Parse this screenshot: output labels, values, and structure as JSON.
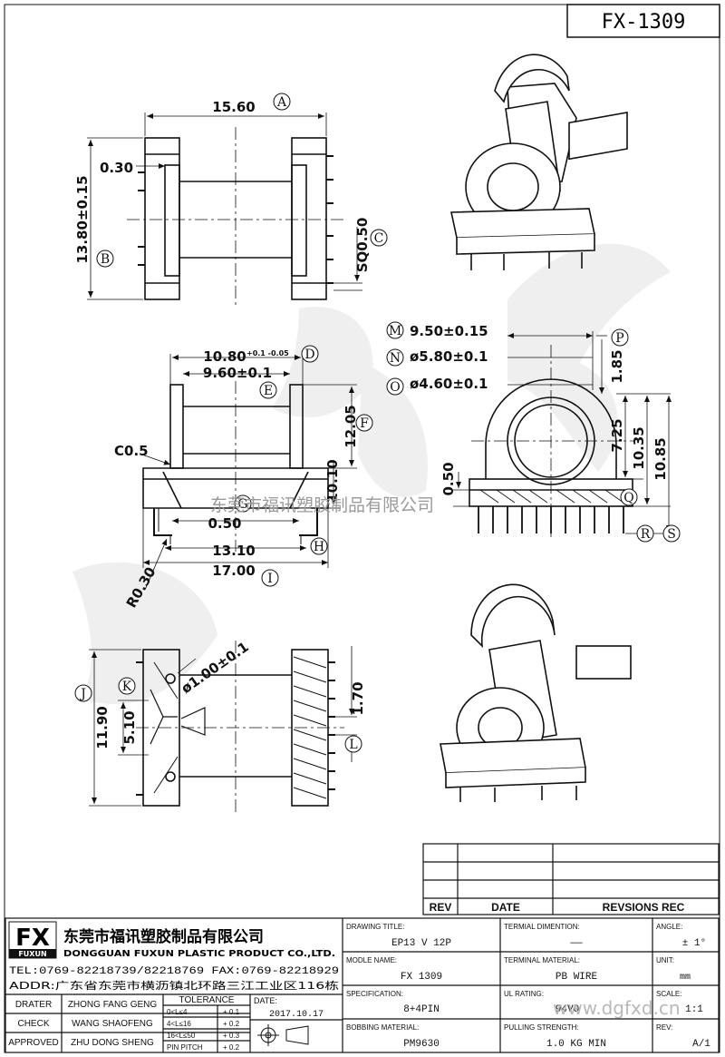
{
  "part_number": "FX-1309",
  "dimensions": {
    "a": "15.60",
    "b": "13.80±0.15",
    "c": "0.30",
    "d": "SQ0.50",
    "e": "10.80",
    "e_tol": "+0.1 -0.05",
    "f": "9.60±0.1",
    "g": "12.05",
    "h": "10.10",
    "i": "C0.5",
    "j": "0.50",
    "k": "13.10",
    "l": "17.00",
    "m": "R0.30",
    "n": "9.50±0.15",
    "o": "ø5.80±0.1",
    "p": "ø4.60±0.1",
    "q": "1.85",
    "r": "7.25",
    "s": "10.35",
    "t": "10.85",
    "u": "0.50",
    "v": "ø1.00±0.1",
    "w": "11.90",
    "x": "5.10",
    "y": "1.70"
  },
  "callouts": [
    "A",
    "B",
    "C",
    "D",
    "E",
    "F",
    "G",
    "H",
    "I",
    "J",
    "K",
    "L",
    "M",
    "N",
    "O",
    "P",
    "Q",
    "R",
    "S"
  ],
  "watermark": "东莞市福讯塑胶制品有限公司",
  "website": "www.dgfxd.cn",
  "revision_table": {
    "headers": [
      "REV",
      "DATE",
      "REVSIONS REC"
    ]
  },
  "company": {
    "logo": "FX",
    "logo_sub": "FUXUN",
    "name_cn": "东莞市福讯塑胶制品有限公司",
    "name_en": "DONGGUAN FUXUN PLASTIC PRODUCT CO.,LTD.",
    "tel": "TEL:0769-82218739/82218769 FAX:0769-82218929",
    "addr": "ADDR:广东省东莞市横沥镇北环路三江工业区116栋"
  },
  "people": [
    {
      "role": "DRATER",
      "name": "ZHONG FANG GENG"
    },
    {
      "role": "CHECK",
      "name": "WANG SHAOFENG"
    },
    {
      "role": "APPROVED",
      "name": "ZHU DONG SHENG"
    }
  ],
  "tolerance": {
    "title": "TOLERANCE",
    "rows": [
      {
        "range": "0<L≤4",
        "tol": "+ 0.1"
      },
      {
        "range": "4<L≤16",
        "tol": "+ 0.2"
      },
      {
        "range": "16<L≤50",
        "tol": "+ 0.3"
      },
      {
        "range": "PIN PITCH",
        "tol": "+ 0.2"
      }
    ]
  },
  "date": {
    "label": "DATE:",
    "value": "2017.10.17"
  },
  "fields": {
    "drawing_title": {
      "label": "DRAWING TITLE:",
      "value": "EP13 V 12P"
    },
    "terminal_dimention": {
      "label": "TERMIAL DIMENTION:",
      "value": "——"
    },
    "angle": {
      "label": "ANGLE:",
      "value": "± 1°"
    },
    "model_name": {
      "label": "MODLE NAME:",
      "value": "FX 1309"
    },
    "terminal_material": {
      "label": "TERMINAL MATERIAL:",
      "value": "PB WIRE"
    },
    "unit": {
      "label": "UNIT:",
      "value": "mm"
    },
    "specification": {
      "label": "SPECIFICATION:",
      "value": "8+4PIN"
    },
    "ul_rating": {
      "label": "UL RATING:",
      "value": "94V0"
    },
    "scale": {
      "label": "SCALE:",
      "value": "1:1"
    },
    "bobbing_material": {
      "label": "BOBBING MATERIAL:",
      "value": "PM9630"
    },
    "pulling_strength": {
      "label": "PULLING STRENGTH:",
      "value": "1.0 KG MIN"
    },
    "rev": {
      "label": "REV:",
      "value": "A/1"
    }
  }
}
